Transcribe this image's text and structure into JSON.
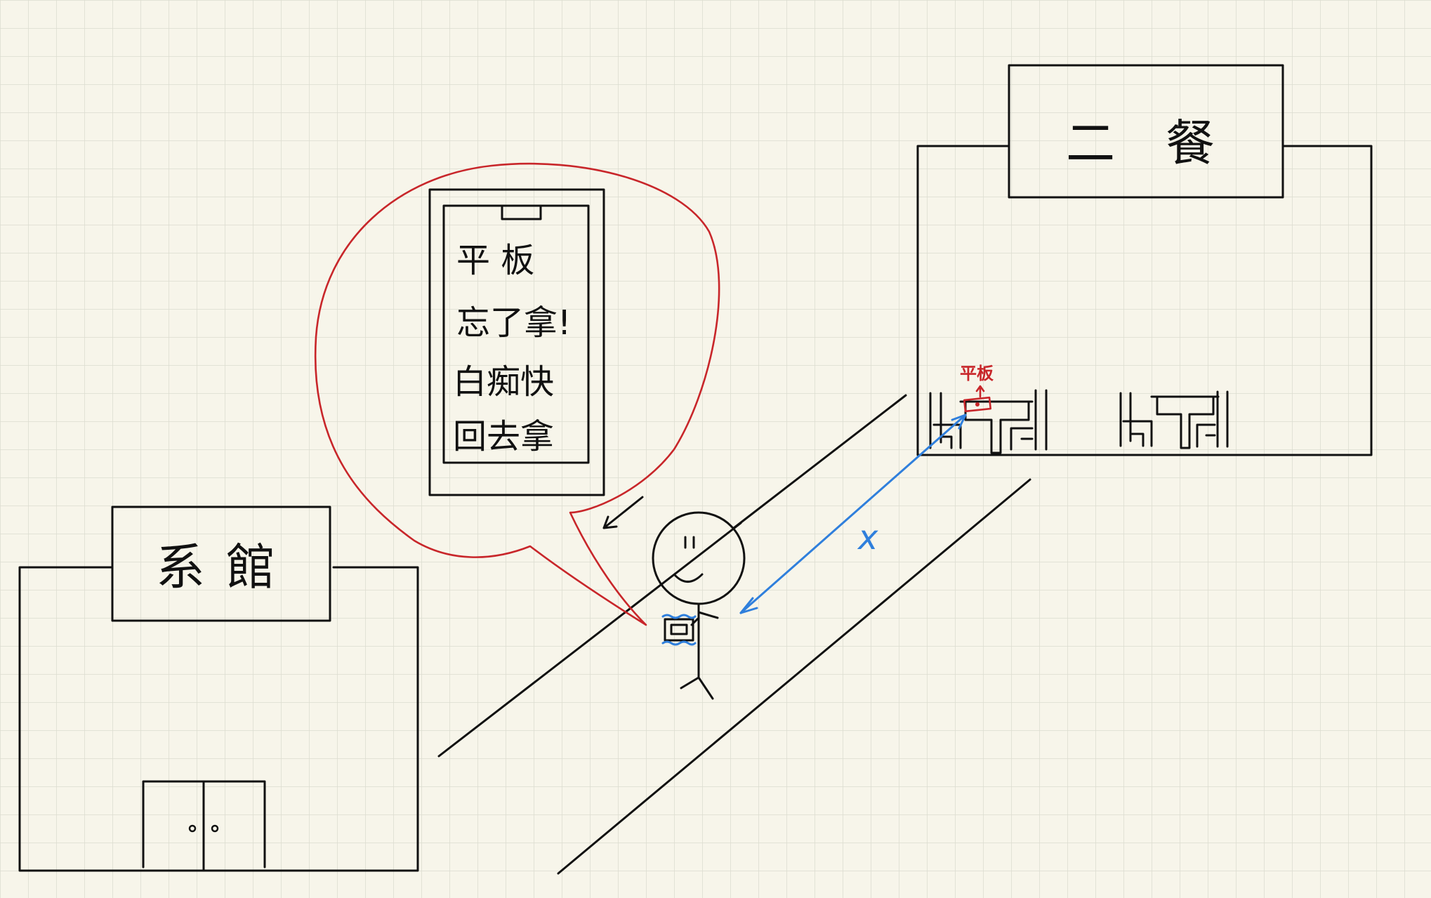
{
  "left_building": {
    "sign": [
      "系",
      "館"
    ]
  },
  "right_building": {
    "sign": [
      "二",
      "餐"
    ]
  },
  "speech_bubble": {
    "phone_lines": [
      "平 板",
      "忘了拿!",
      "白痴快",
      "回去拿"
    ]
  },
  "table_marker": {
    "label": "平板"
  },
  "distance": {
    "label": "x"
  },
  "colors": {
    "ink": "#111111",
    "red": "#c8262a",
    "blue": "#2f7fdc",
    "paper": "#f7f5ea",
    "grid": "#dcdccf"
  }
}
